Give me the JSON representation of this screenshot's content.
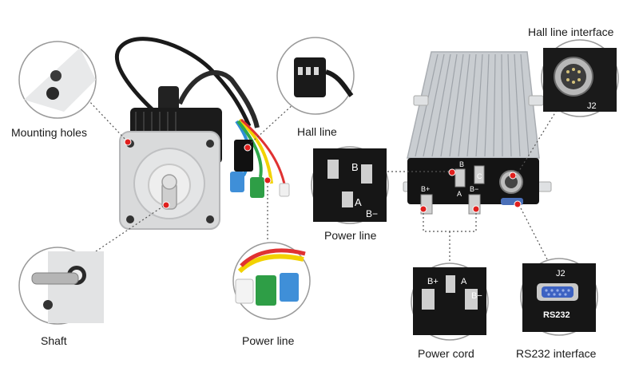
{
  "labels": {
    "mounting_holes": "Mounting holes",
    "hall_line": "Hall line",
    "hall_line_interface": "Hall line interface",
    "shaft": "Shaft",
    "power_line_motor": "Power line",
    "power_line_controller": "Power line",
    "power_cord": "Power cord",
    "rs232_interface": "RS232 interface"
  },
  "controller_terminals": {
    "b_plus": "B+",
    "b_minus": "B−",
    "a": "A",
    "b": "B",
    "c": "C"
  },
  "connector_codes": {
    "j2": "J2",
    "rs232": "RS232"
  },
  "colors": {
    "marker": "#e0201e",
    "leader": "#555555",
    "heatsink": "#c9cdd1",
    "motor_body": "#1b1b1b",
    "motor_face": "#d9dadb",
    "cable": "#1a1a1a",
    "wire_yellow": "#f2d200",
    "wire_blue": "#2f8fd6",
    "wire_green": "#2fa84a",
    "wire_red": "#e03232",
    "plug_green": "#2e9e46",
    "plug_blue": "#3f8fd8"
  }
}
